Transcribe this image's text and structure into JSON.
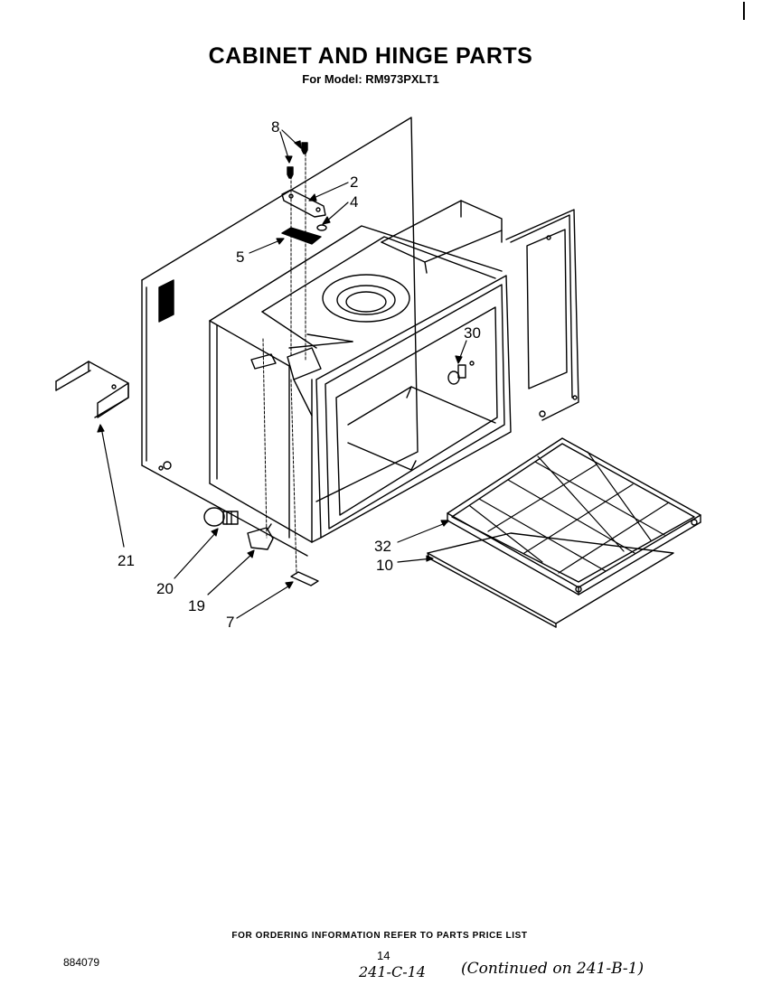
{
  "header": {
    "title": "CABINET AND HINGE PARTS",
    "model_line": "For Model: RM973PXLT1"
  },
  "callouts": [
    {
      "id": "2",
      "label": "2"
    },
    {
      "id": "4",
      "label": "4"
    },
    {
      "id": "5",
      "label": "5"
    },
    {
      "id": "7",
      "label": "7"
    },
    {
      "id": "8",
      "label": "8"
    },
    {
      "id": "10",
      "label": "10"
    },
    {
      "id": "19",
      "label": "19"
    },
    {
      "id": "20",
      "label": "20"
    },
    {
      "id": "21",
      "label": "21"
    },
    {
      "id": "30",
      "label": "30"
    },
    {
      "id": "32",
      "label": "32"
    }
  ],
  "footer": {
    "ordering_note": "FOR ORDERING INFORMATION REFER TO PARTS PRICE LIST",
    "doc_number": "884079",
    "page_number": "14",
    "handwritten_ref": "241-C-14",
    "handwritten_continued": "(Continued on 241-B-1)"
  }
}
